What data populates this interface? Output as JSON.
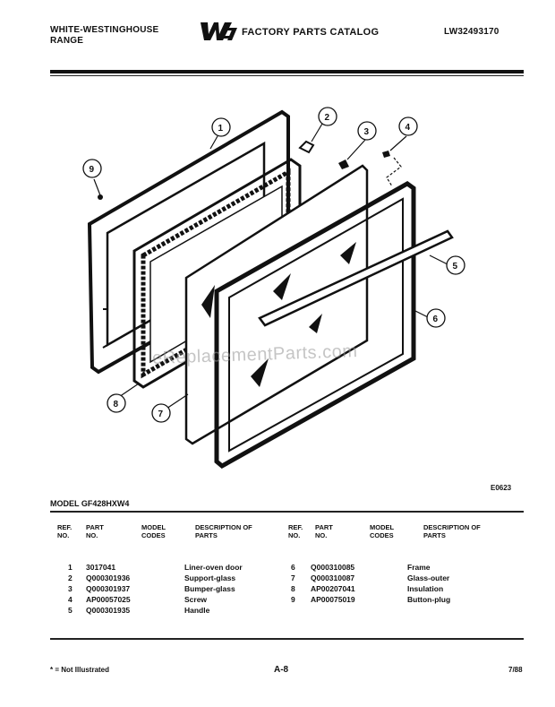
{
  "header": {
    "brand_line1": "WHITE-WESTINGHOUSE",
    "brand_line2": "RANGE",
    "catalog_logo": "WCI",
    "catalog_title": "FACTORY PARTS CATALOG",
    "doc_number": "LW32493170"
  },
  "diagram": {
    "callouts": [
      "1",
      "2",
      "3",
      "4",
      "5",
      "6",
      "7",
      "8",
      "9"
    ],
    "drawing_code": "E0623",
    "watermark": "eReplacementParts.com"
  },
  "model": "MODEL GF428HXW4",
  "table": {
    "headers": {
      "ref": "REF. NO.",
      "part": "PART NO.",
      "model": "MODEL CODES",
      "desc": "DESCRIPTION OF PARTS"
    },
    "left_rows": [
      {
        "ref": "1",
        "part": "3017041",
        "model": "",
        "desc": "Liner-oven door"
      },
      {
        "ref": "2",
        "part": "Q000301936",
        "model": "",
        "desc": "Support-glass"
      },
      {
        "ref": "3",
        "part": "Q000301937",
        "model": "",
        "desc": "Bumper-glass"
      },
      {
        "ref": "4",
        "part": "AP00057025",
        "model": "",
        "desc": "Screw"
      },
      {
        "ref": "5",
        "part": "Q000301935",
        "model": "",
        "desc": "Handle"
      }
    ],
    "right_rows": [
      {
        "ref": "6",
        "part": "Q000310085",
        "model": "",
        "desc": "Frame"
      },
      {
        "ref": "7",
        "part": "Q000310087",
        "model": "",
        "desc": "Glass-outer"
      },
      {
        "ref": "8",
        "part": "AP00207041",
        "model": "",
        "desc": "Insulation"
      },
      {
        "ref": "9",
        "part": "AP00075019",
        "model": "",
        "desc": "Button-plug"
      }
    ]
  },
  "footer": {
    "note": "* = Not Illustrated",
    "page": "A-8",
    "date": "7/88"
  }
}
